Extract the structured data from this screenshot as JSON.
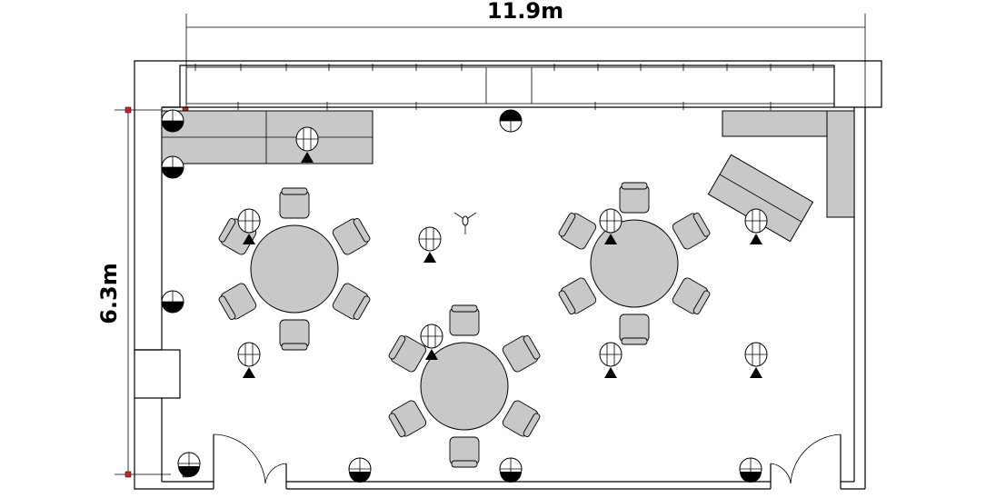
{
  "dimensions": {
    "width_label": "11.9m",
    "height_label": "6.3m"
  },
  "colors": {
    "furniture": "#c8c8c8",
    "line": "#000000",
    "marker": "#cc2222",
    "background": "#ffffff"
  },
  "tables": [
    {
      "name": "round-table-left",
      "chairs": 6
    },
    {
      "name": "round-table-center",
      "chairs": 6
    },
    {
      "name": "round-table-right",
      "chairs": 6
    }
  ],
  "icons": {
    "ceiling_light": "light-fixture-icon",
    "wall_light": "wall-lamp-icon",
    "wall_outlet": "wall-outlet-icon",
    "camera": "spotlight-icon",
    "corner_marker": "survey-marker-icon"
  }
}
